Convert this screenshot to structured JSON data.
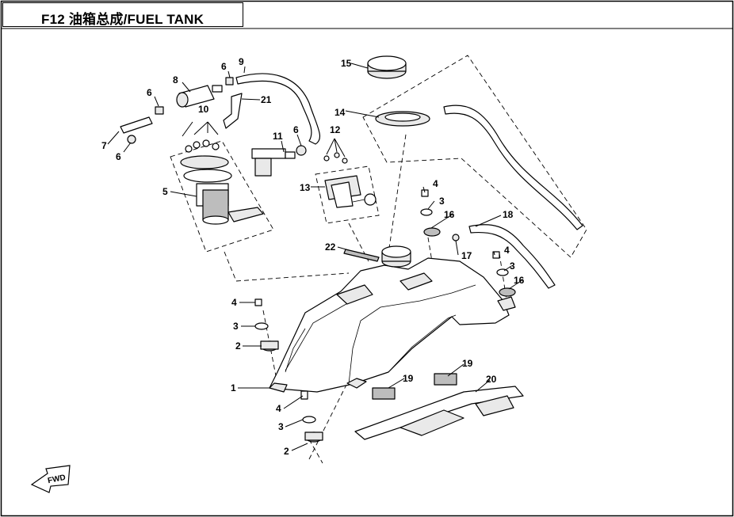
{
  "title": "F12 油箱总成/FUEL TANK",
  "fwd_label": "FWD",
  "callouts": [
    {
      "id": "c1",
      "label": "1"
    },
    {
      "id": "c2a",
      "label": "2"
    },
    {
      "id": "c2b",
      "label": "2"
    },
    {
      "id": "c3a",
      "label": "3"
    },
    {
      "id": "c3b",
      "label": "3"
    },
    {
      "id": "c3c",
      "label": "3"
    },
    {
      "id": "c3d",
      "label": "3"
    },
    {
      "id": "c4a",
      "label": "4"
    },
    {
      "id": "c4b",
      "label": "4"
    },
    {
      "id": "c4c",
      "label": "4"
    },
    {
      "id": "c4d",
      "label": "4"
    },
    {
      "id": "c5",
      "label": "5"
    },
    {
      "id": "c6a",
      "label": "6"
    },
    {
      "id": "c6b",
      "label": "6"
    },
    {
      "id": "c6c",
      "label": "6"
    },
    {
      "id": "c6d",
      "label": "6"
    },
    {
      "id": "c7",
      "label": "7"
    },
    {
      "id": "c8",
      "label": "8"
    },
    {
      "id": "c9",
      "label": "9"
    },
    {
      "id": "c10",
      "label": "10"
    },
    {
      "id": "c11",
      "label": "11"
    },
    {
      "id": "c12",
      "label": "12"
    },
    {
      "id": "c13",
      "label": "13"
    },
    {
      "id": "c14",
      "label": "14"
    },
    {
      "id": "c15",
      "label": "15"
    },
    {
      "id": "c16a",
      "label": "16"
    },
    {
      "id": "c16b",
      "label": "16"
    },
    {
      "id": "c17",
      "label": "17"
    },
    {
      "id": "c18",
      "label": "18"
    },
    {
      "id": "c19a",
      "label": "19"
    },
    {
      "id": "c19b",
      "label": "19"
    },
    {
      "id": "c20",
      "label": "20"
    },
    {
      "id": "c21",
      "label": "21"
    },
    {
      "id": "c22",
      "label": "22"
    }
  ]
}
